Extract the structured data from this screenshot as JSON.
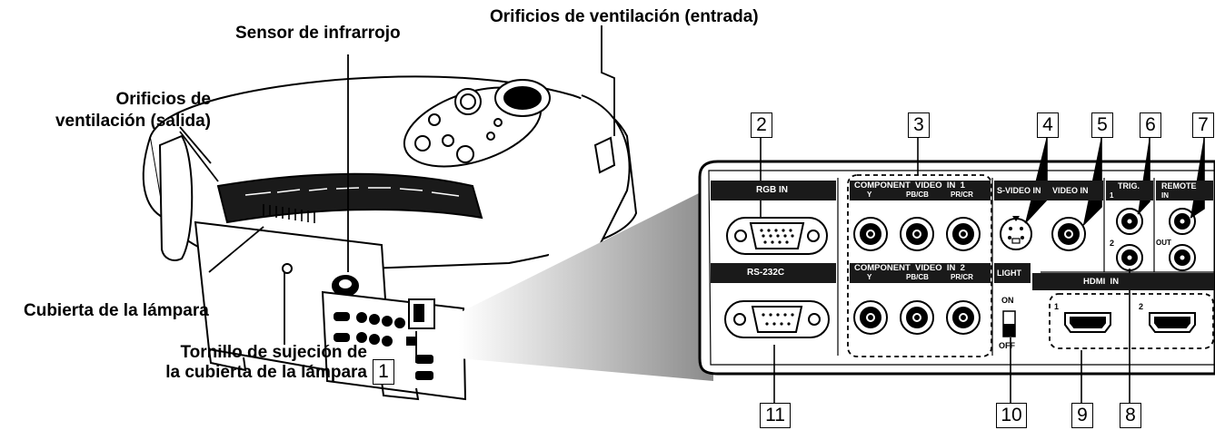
{
  "callouts": {
    "ir_sensor": "Sensor de infrarrojo",
    "vent_in": "Orificios de ventilación (entrada)",
    "vent_out_line1": "Orificios de",
    "vent_out_line2": "ventilación (salida)",
    "lamp_cover": "Cubierta de la lámpara",
    "screw_line1": "Tornillo de sujeción de",
    "screw_line2": "la cubierta de la lámpara"
  },
  "numbers": [
    "1",
    "2",
    "3",
    "4",
    "5",
    "6",
    "7",
    "8",
    "9",
    "10",
    "11"
  ],
  "panel": {
    "rgb_in": "RGB IN",
    "rs232c": "RS-232C",
    "comp1": "COMPONENT  VIDEO  IN  1",
    "comp2": "COMPONENT  VIDEO  IN  2",
    "comp_y": "Y",
    "comp_pb": "PB/CB",
    "comp_pr": "PR/CR",
    "svideo": "S-VIDEO IN",
    "video": "VIDEO IN",
    "trig": "TRIG.",
    "trig_1": "1",
    "trig_2": "2",
    "remote": "REMOTE",
    "remote_in": "IN",
    "remote_out": "OUT",
    "light": "LIGHT",
    "light_on": "ON",
    "light_off": "OFF",
    "hdmi_in": "HDMI  IN",
    "hdmi_1": "1",
    "hdmi_2": "2"
  }
}
